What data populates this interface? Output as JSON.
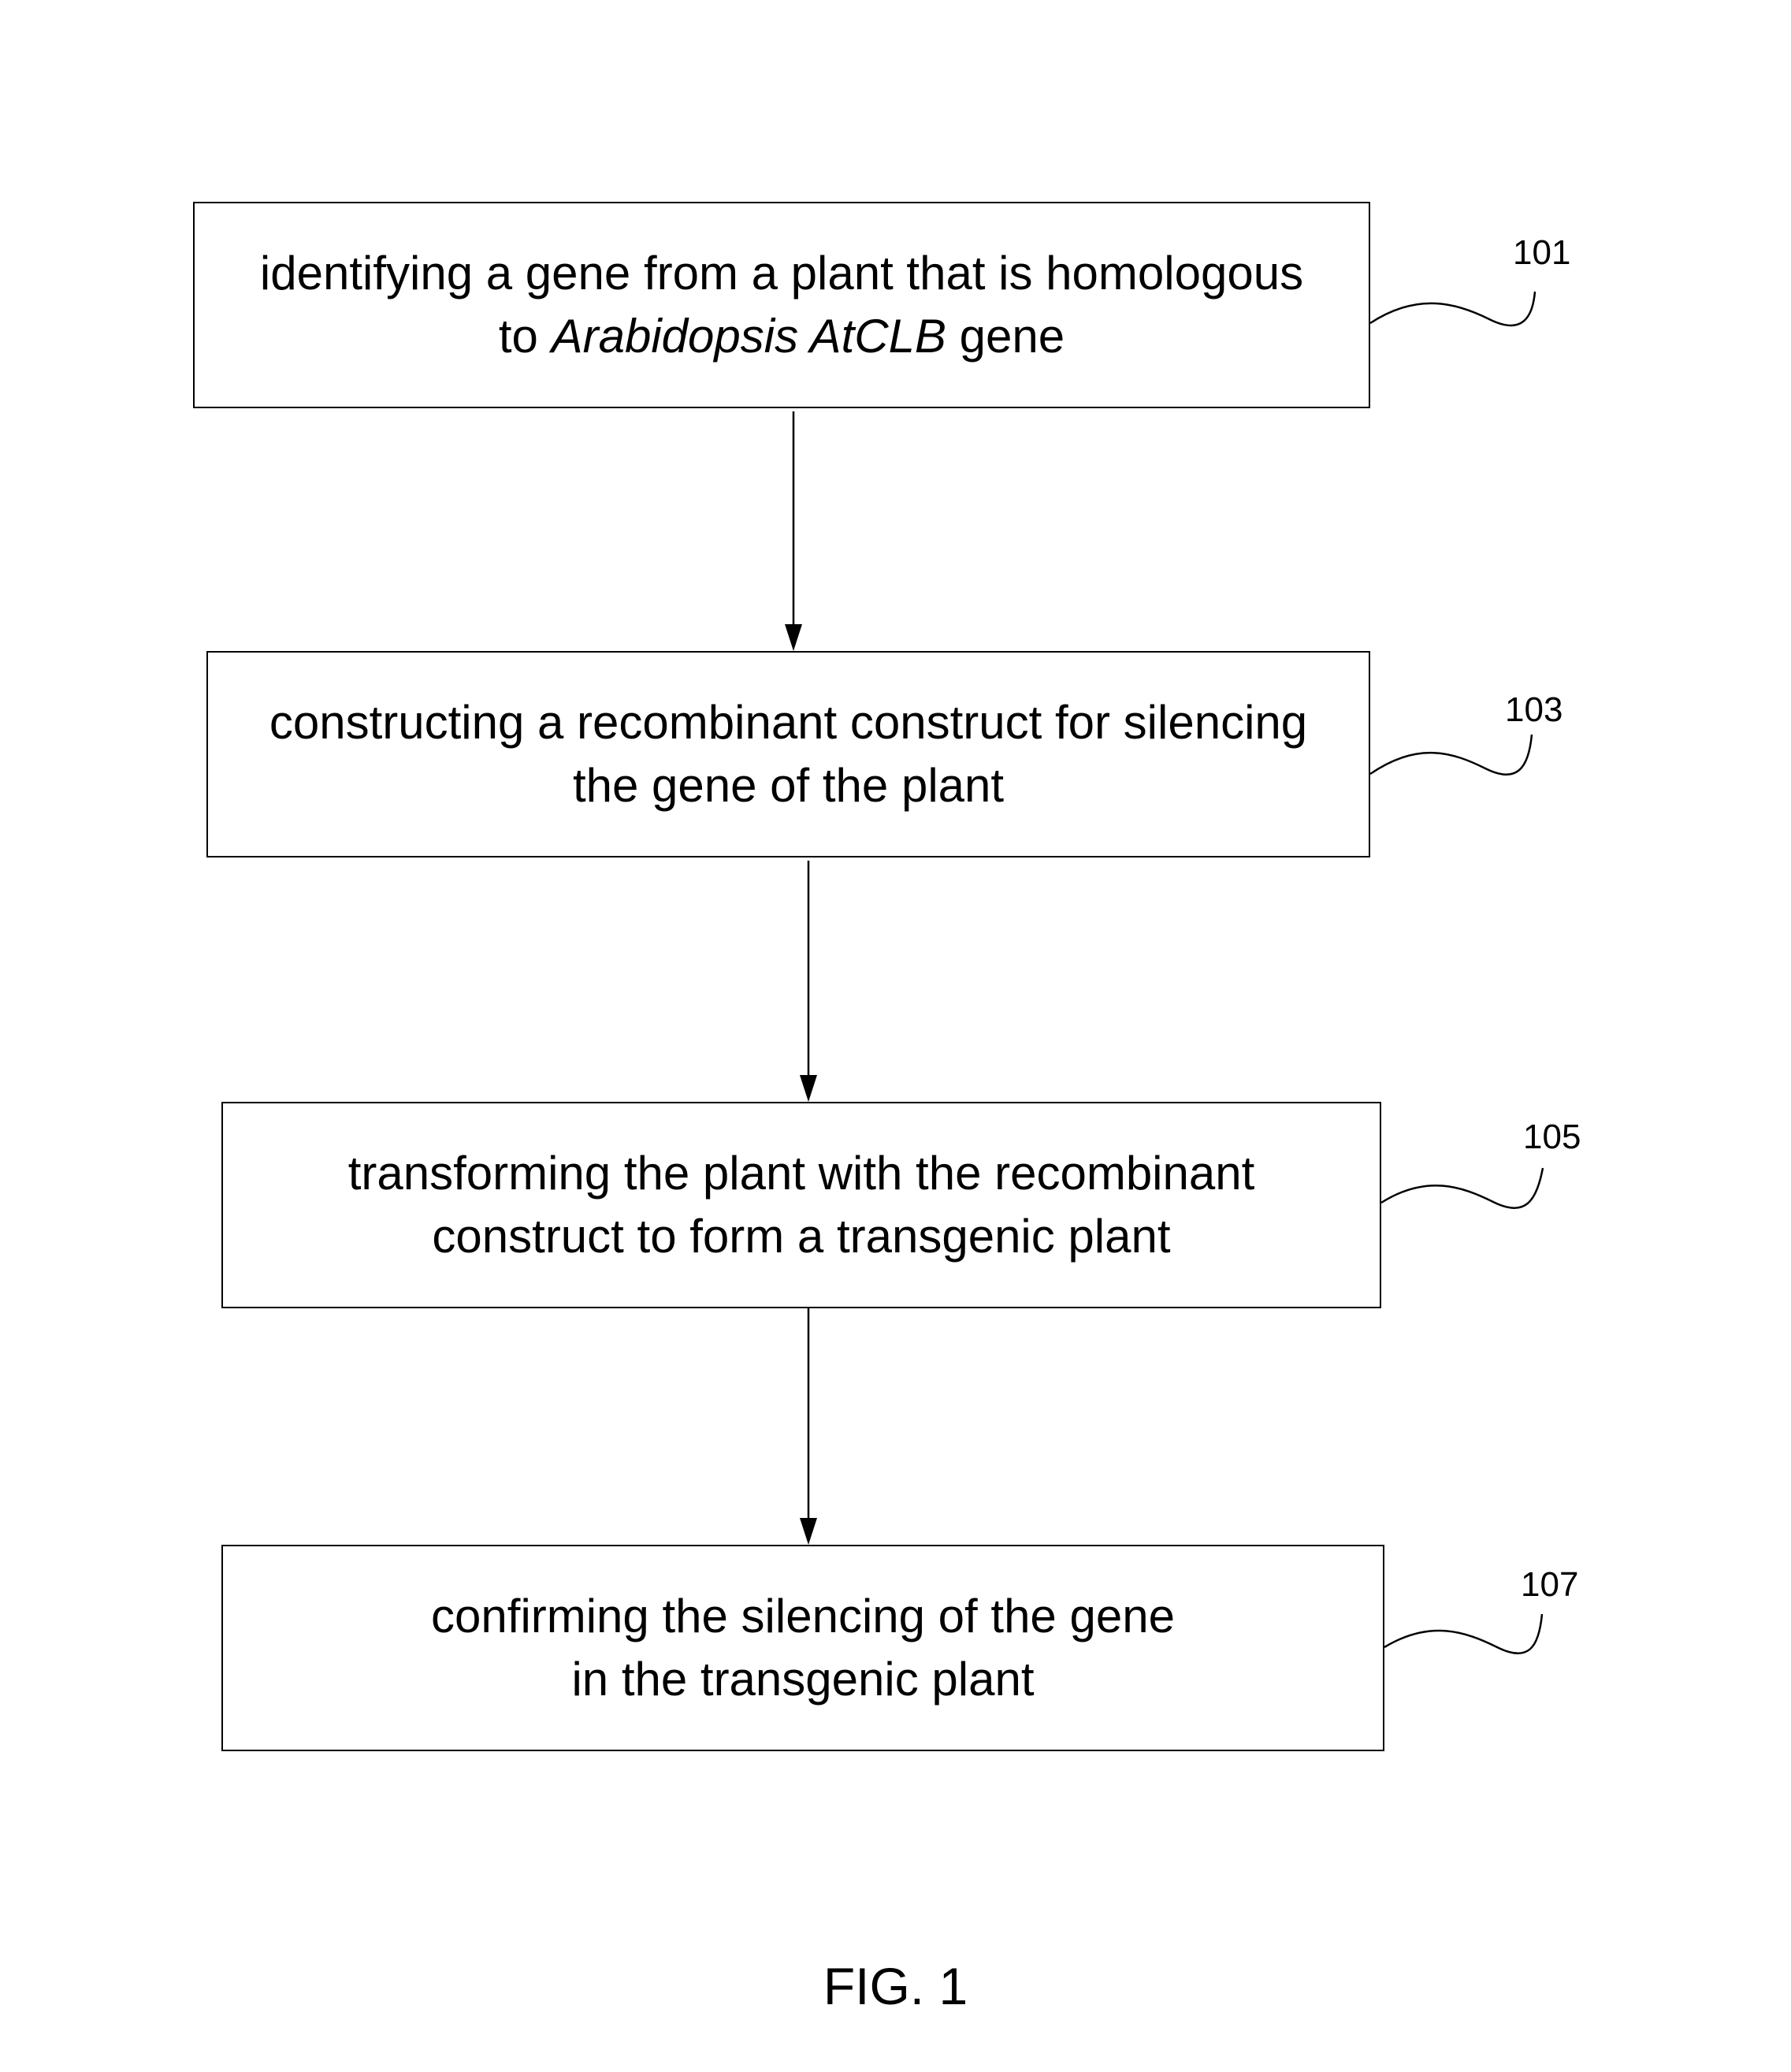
{
  "steps": [
    {
      "ref": "101",
      "text_line1": "identifying a gene from a plant that is homologous",
      "text_line2_pre": "to ",
      "text_line2_italic": "Arabidopsis AtCLB",
      "text_line2_post": " gene"
    },
    {
      "ref": "103",
      "text_line1": "constructing a recombinant construct for silencing",
      "text_line2": "the gene of the plant"
    },
    {
      "ref": "105",
      "text_line1": "transforming the plant with the recombinant",
      "text_line2": "construct to form a transgenic plant"
    },
    {
      "ref": "107",
      "text_line1": "confirming the silencing of the gene",
      "text_line2": "in the transgenic plant"
    }
  ],
  "caption": "FIG. 1",
  "colors": {
    "line": "#000000",
    "background": "#ffffff"
  }
}
